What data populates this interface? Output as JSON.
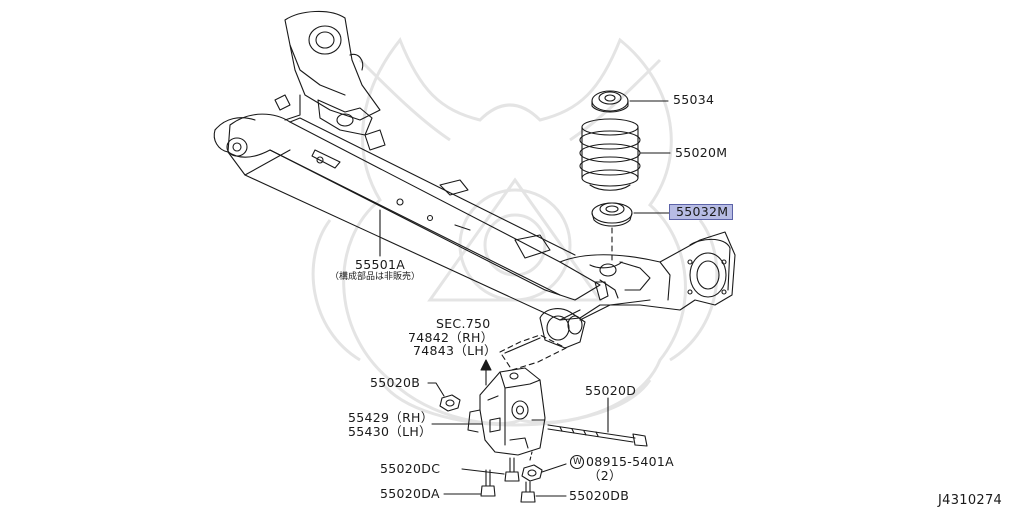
{
  "diagram_id": "J4310274",
  "colors": {
    "highlight": "#b7bce4",
    "line": "#1a1a1a",
    "watermark": "#e6e6e6"
  },
  "parts": {
    "p55034": {
      "number": "55034"
    },
    "p55020M": {
      "number": "55020M"
    },
    "p55032M": {
      "number": "55032M",
      "highlighted": true
    },
    "p55501A": {
      "number": "55501A",
      "note": "（構成部品は非販売）"
    },
    "sec750": {
      "line1": "SEC.750",
      "line2": "74842（RH）",
      "line3": "74843（LH）"
    },
    "p55020B": {
      "number": "55020B"
    },
    "p55020D": {
      "number": "55020D"
    },
    "p55429": {
      "number": "55429（RH）"
    },
    "p55430": {
      "number": "55430（LH）"
    },
    "p55020DC": {
      "number": "55020DC"
    },
    "p08915": {
      "number": "08915-5401A",
      "qty": "（2）",
      "prefix": "W"
    },
    "p55020DA": {
      "number": "55020DA"
    },
    "p55020DB": {
      "number": "55020DB"
    }
  }
}
